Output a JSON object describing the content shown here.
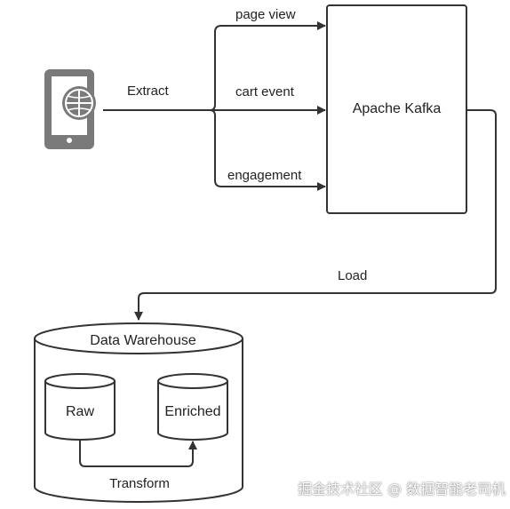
{
  "source": {
    "icon": "mobile-phone-globe-icon",
    "color": "#7a7a7a"
  },
  "edges": {
    "extract_label": "Extract",
    "events": [
      {
        "label": "page view"
      },
      {
        "label": "cart event"
      },
      {
        "label": "engagement"
      }
    ],
    "load_label": "Load",
    "transform_label": "Transform"
  },
  "kafka": {
    "label": "Apache Kafka"
  },
  "warehouse": {
    "label": "Data Warehouse",
    "stores": [
      {
        "label": "Raw"
      },
      {
        "label": "Enriched"
      }
    ]
  },
  "watermark": {
    "text": "掘金技术社区 @ 数据智能老司机"
  },
  "colors": {
    "line": "#333333",
    "icon": "#7a7a7a"
  }
}
